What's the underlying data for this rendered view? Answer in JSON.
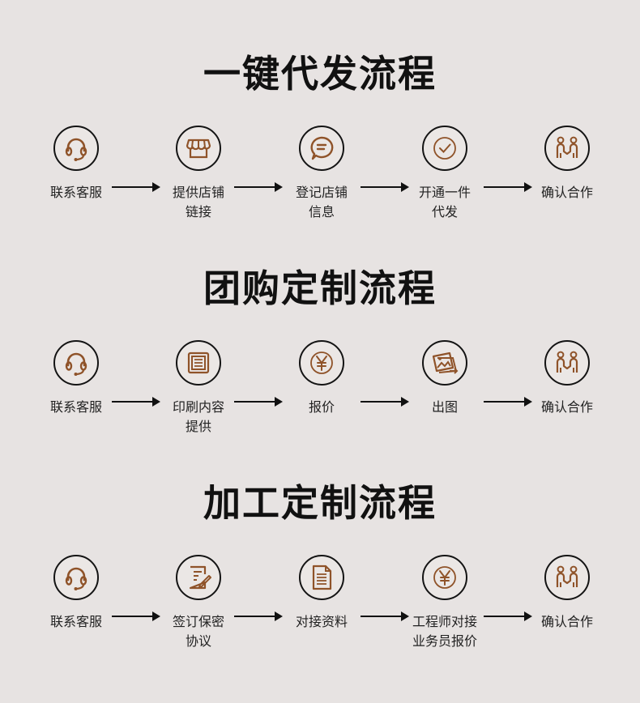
{
  "colors": {
    "background": "#e7e3e2",
    "icon_accent": "#8f5329",
    "outline": "#141414"
  },
  "sections": [
    {
      "title": "一键代发流程",
      "steps": [
        {
          "icon": "headset-icon",
          "label": "联系客服"
        },
        {
          "icon": "storefront-icon",
          "label": "提供店铺\n链接"
        },
        {
          "icon": "chat-bubble-icon",
          "label": "登记店铺\n信息"
        },
        {
          "icon": "checkmark-icon",
          "label": "开通一件\n代发"
        },
        {
          "icon": "handshake-people-icon",
          "label": "确认合作"
        }
      ]
    },
    {
      "title": "团购定制流程",
      "steps": [
        {
          "icon": "headset-icon",
          "label": "联系客服"
        },
        {
          "icon": "print-content-icon",
          "label": "印刷内容\n提供"
        },
        {
          "icon": "yen-icon",
          "label": "报价"
        },
        {
          "icon": "image-output-icon",
          "label": "出图"
        },
        {
          "icon": "handshake-people-icon",
          "label": "确认合作"
        }
      ]
    },
    {
      "title": "加工定制流程",
      "steps": [
        {
          "icon": "headset-icon",
          "label": "联系客服"
        },
        {
          "icon": "sign-document-icon",
          "label": "签订保密\n协议"
        },
        {
          "icon": "document-icon",
          "label": "对接资料"
        },
        {
          "icon": "yen-icon",
          "label": "工程师对接\n业务员报价"
        },
        {
          "icon": "handshake-people-icon",
          "label": "确认合作"
        }
      ]
    }
  ]
}
